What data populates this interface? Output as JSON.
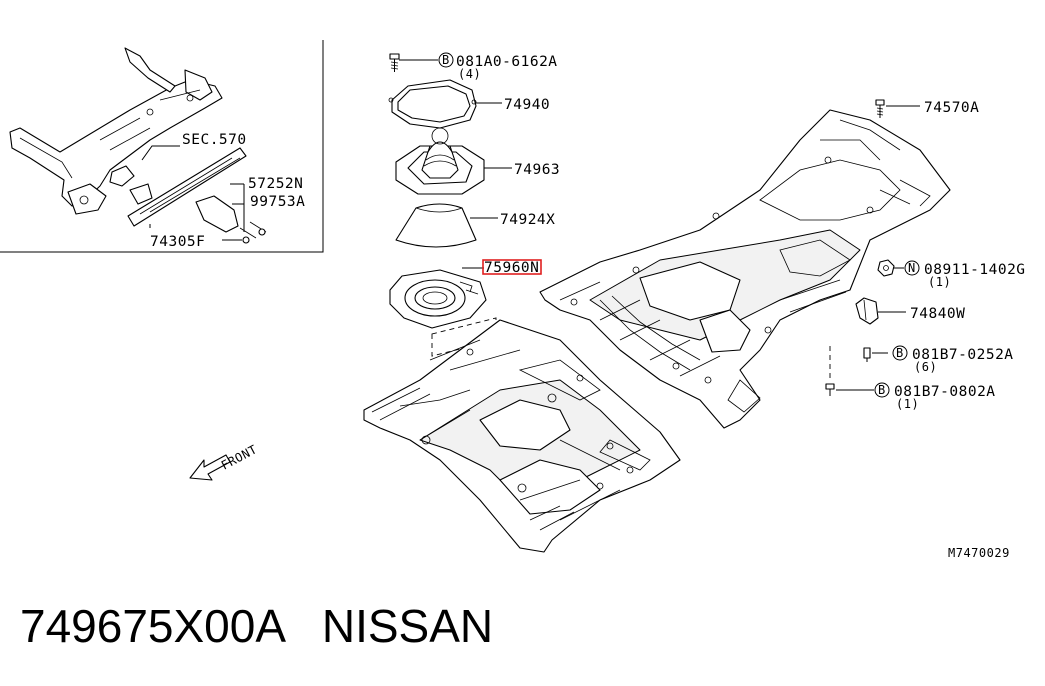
{
  "diagram": {
    "sec_ref": "SEC.570",
    "inset_labels": {
      "p57252": "57252N",
      "p99753": "99753A",
      "p74305": "74305F"
    },
    "labels": {
      "bolt_top": "081A0-6162A",
      "bolt_top_qty": "(4)",
      "ring": "74940",
      "boot": "74963",
      "cone": "74924X",
      "insulator": "75960N",
      "screw_right": "74570A",
      "nut": "08911-1402G",
      "nut_qty": "(1)",
      "bracket": "74840W",
      "bolt_mid": "081B7-0252A",
      "bolt_mid_qty": "(6)",
      "bolt_low": "081B7-0802A",
      "bolt_low_qty": "(1)"
    },
    "markers": {
      "b": "B",
      "n": "N"
    },
    "front_label": "FRONT",
    "diagram_code": "M7470029",
    "highlight_color": "#e02020"
  },
  "caption": {
    "part_number": "749675X00A",
    "brand": "NISSAN"
  }
}
